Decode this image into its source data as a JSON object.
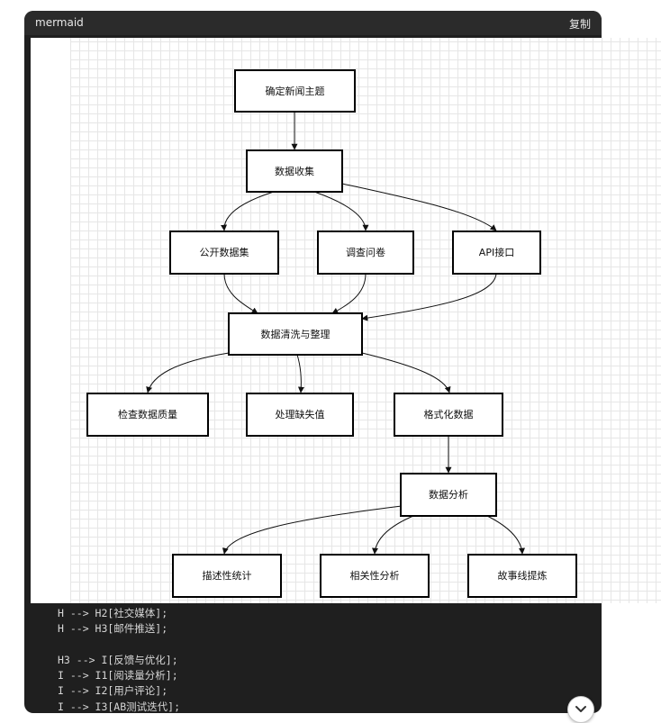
{
  "panel": {
    "title": "mermaid",
    "copy_label": "复制"
  },
  "nodes": {
    "a": "确定新闻主题",
    "b": "数据收集",
    "c1": "公开数据集",
    "c2": "调查问卷",
    "c3": "API接口",
    "d": "数据清洗与整理",
    "e1": "检查数据质量",
    "e2": "处理缺失值",
    "e3": "格式化数据",
    "f": "数据分析",
    "g1": "描述性统计",
    "g2": "相关性分析",
    "g3": "故事线提炼"
  },
  "code": {
    "lines": [
      "H --> H2[社交媒体];",
      "H --> H3[邮件推送];",
      "",
      "H3 --> I[反馈与优化];",
      "I --> I1[阅读量分析];",
      "I --> I2[用户评论];",
      "I --> I3[AB测试迭代];"
    ]
  },
  "icons": {
    "scroll_down": "chevron-down-icon",
    "copy": "copy-icon"
  },
  "colors": {
    "panel_bg": "#1f1f1f",
    "header_bg": "#2b2b2b",
    "node_border": "#000000",
    "grid_line": "#e6e6e6"
  }
}
